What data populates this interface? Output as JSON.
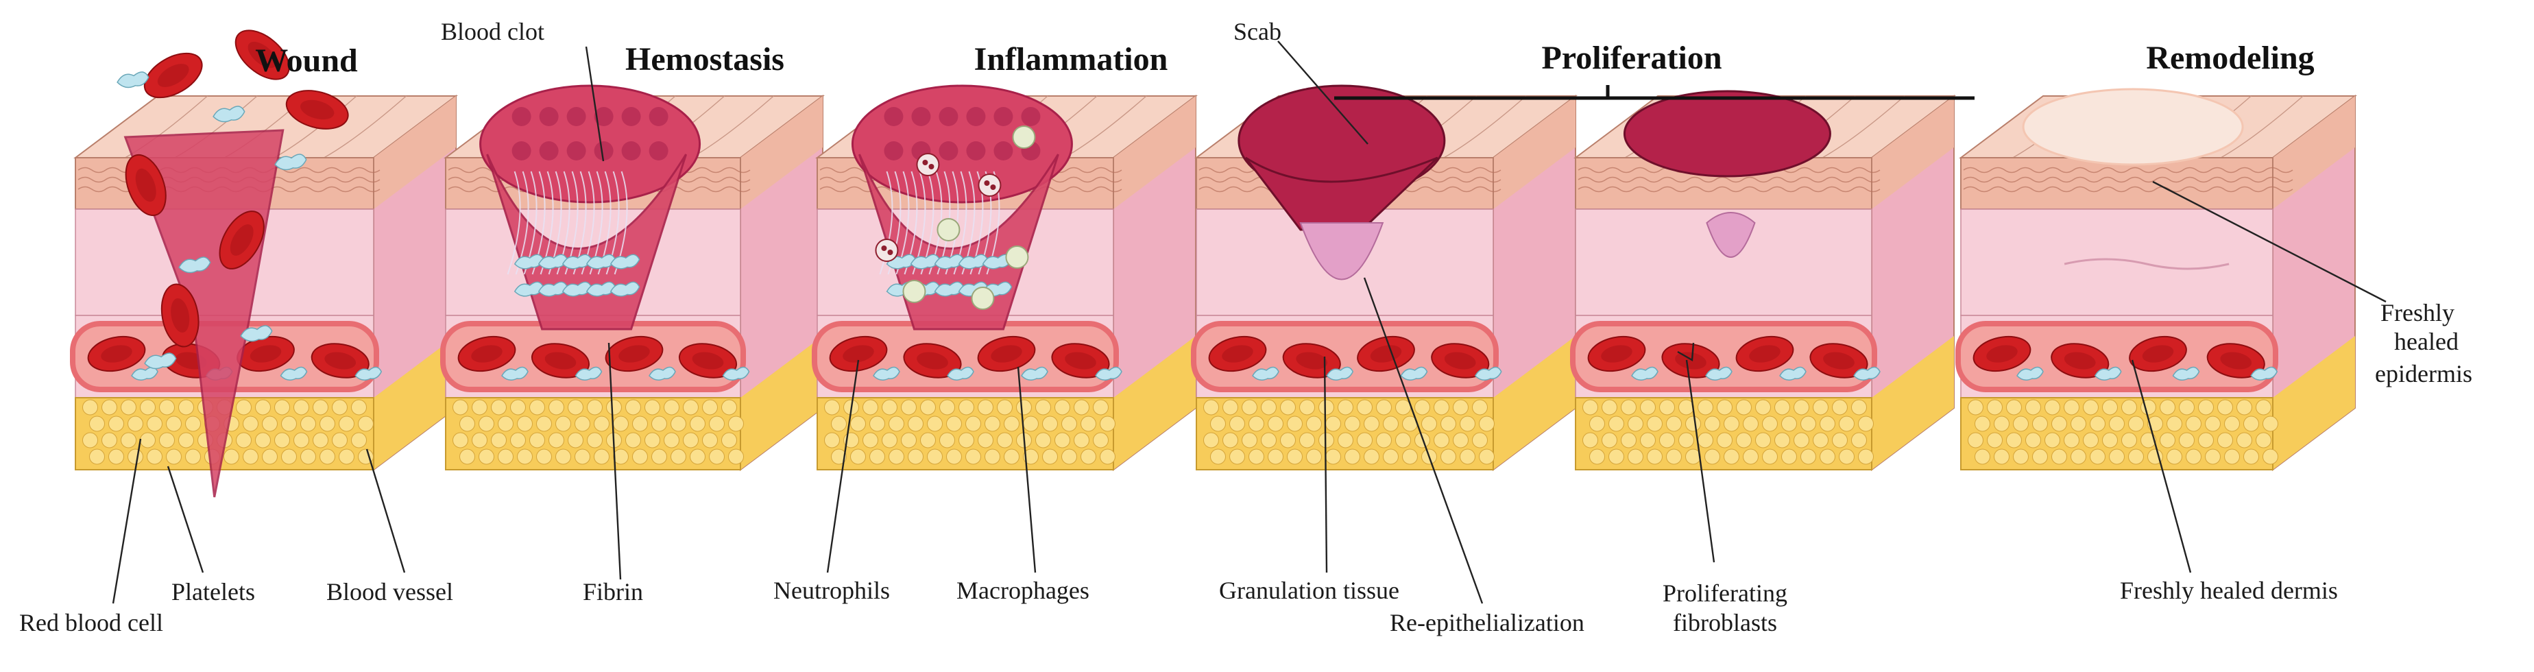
{
  "stages": [
    {
      "id": "wound",
      "title": "Wound",
      "variant": "wound"
    },
    {
      "id": "hemostasis",
      "title": "Hemostasis",
      "variant": "hemostasis"
    },
    {
      "id": "inflammation",
      "title": "Inflammation",
      "variant": "inflammation"
    },
    {
      "id": "proliferation-early",
      "title": "",
      "variant": "scab"
    },
    {
      "id": "proliferation-late",
      "title": "",
      "variant": "fibro"
    },
    {
      "id": "remodeling",
      "title": "Remodeling",
      "variant": "healed"
    }
  ],
  "group_titles": {
    "proliferation": "Proliferation"
  },
  "labels": {
    "blood_clot": "Blood clot",
    "scab": "Scab",
    "red_blood_cell": "Red blood cell",
    "platelets": "Platelets",
    "blood_vessel": "Blood vessel",
    "fibrin": "Fibrin",
    "neutrophils": "Neutrophils",
    "macrophages": "Macrophages",
    "granulation_tissue": "Granulation tissue",
    "re_epithelialization": "Re-epithelialization",
    "proliferating_fibroblasts_1": "Proliferating",
    "proliferating_fibroblasts_2": "fibroblasts",
    "freshly_healed_dermis": "Freshly healed dermis",
    "freshly_healed_epidermis_1": "Freshly",
    "freshly_healed_epidermis_2": "healed",
    "freshly_healed_epidermis_3": "epidermis"
  },
  "colors": {
    "epidermis_top": "#f6d3c4",
    "epidermis_front": "#efb7a3",
    "dermis": "#f7cfd9",
    "dermis_side": "#efafc0",
    "vessel_wall": "#e86d72",
    "vessel_lumen": "#f3a3a0",
    "fat": "#f7cc5a",
    "fat_cell": "#fbe08d",
    "clot": "#d64466",
    "clot_dark": "#a8214a",
    "scab": "#b4224a",
    "rbc": "#d11f22",
    "platelet": "#bfe4ef",
    "neutrophil": "#f3e6e6",
    "macrophage": "#e7edd0",
    "granulation": "#e3a0c8",
    "healed_patch": "#f9e6dc"
  }
}
